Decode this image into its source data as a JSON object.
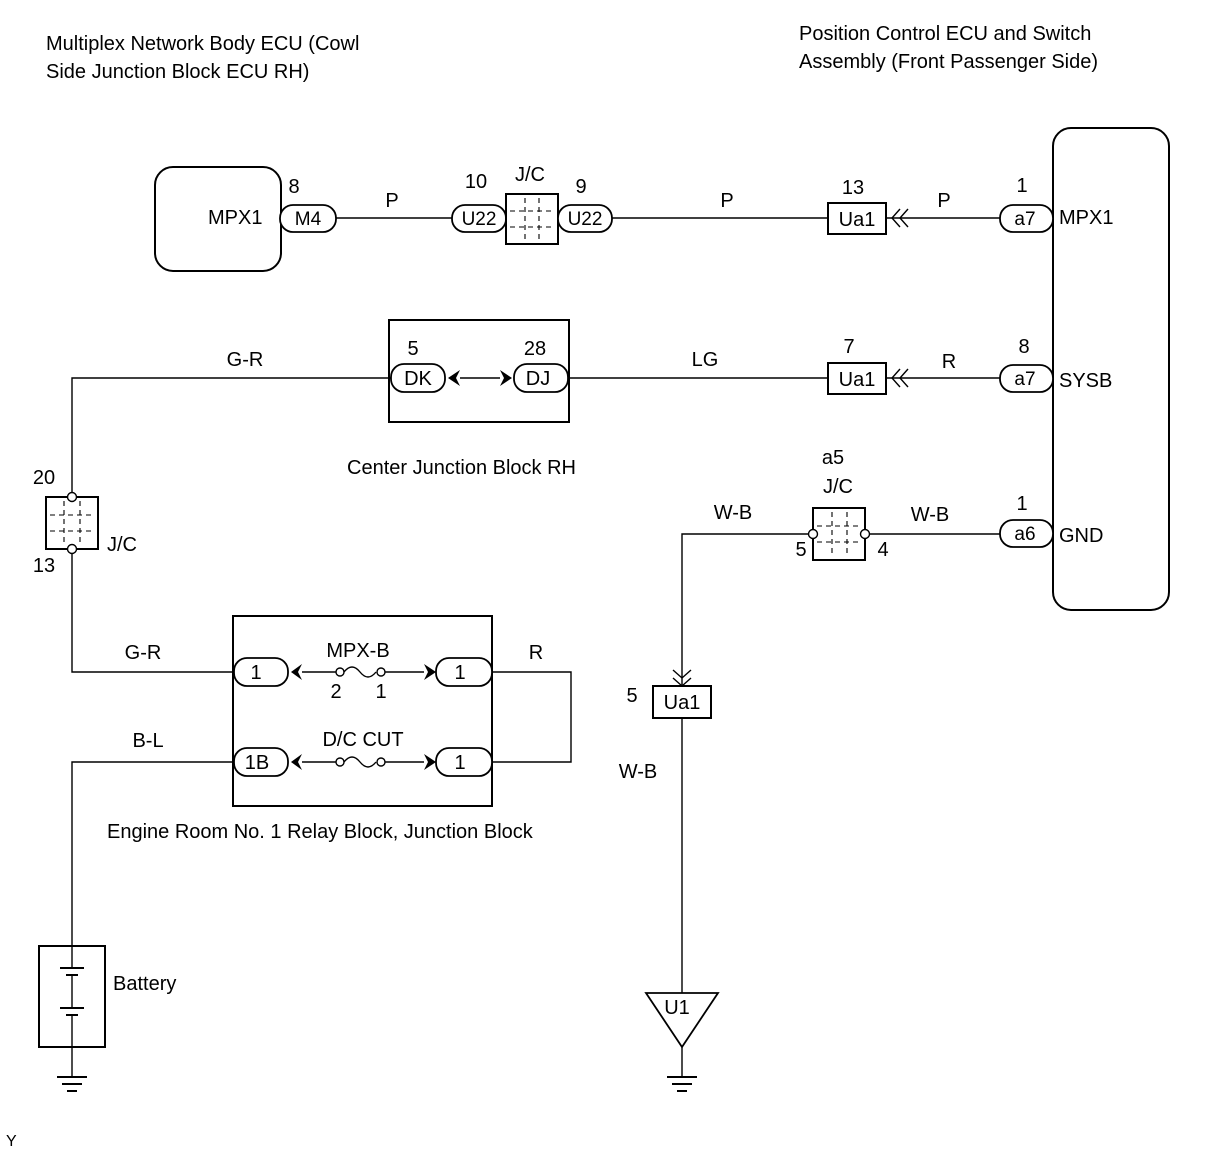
{
  "titles": {
    "body_ecu_line1": "Multiplex Network Body ECU (Cowl",
    "body_ecu_line2": "Side Junction Block ECU RH)",
    "position_ecu_line1": "Position Control ECU and Switch",
    "position_ecu_line2": "Assembly (Front Passenger Side)",
    "center_jb": "Center Junction Block RH",
    "engine_room_block": "Engine Room No. 1 Relay Block, Junction Block",
    "battery": "Battery",
    "corner": "Y"
  },
  "terminals": {
    "body_mpx1": "MPX1",
    "pos_mpx1": "MPX1",
    "pos_sysb": "SYSB",
    "pos_gnd": "GND"
  },
  "connectors": {
    "m4": "M4",
    "u22_left": "U22",
    "u22_right": "U22",
    "ua1_top": "Ua1",
    "a7_top": "a7",
    "dk": "DK",
    "dj": "DJ",
    "ua1_mid": "Ua1",
    "a7_mid": "a7",
    "a6": "a6",
    "ua1_low": "Ua1",
    "u1": "U1",
    "er_1_left": "1",
    "er_1_right_top": "1",
    "er_1b": "1B",
    "er_1_right_bot": "1"
  },
  "pins": {
    "m4": "8",
    "u22_left": "10",
    "u22_right": "9",
    "ua1_top": "13",
    "a7_top": "1",
    "dk": "5",
    "dj": "28",
    "ua1_mid": "7",
    "a7_mid": "8",
    "a6": "1",
    "jc_left_top": "20",
    "jc_left_bot": "13",
    "jc_a5_left": "5",
    "jc_a5_right": "4",
    "ua1_low": "5",
    "fuse_mpxb_left": "2",
    "fuse_mpxb_right": "1"
  },
  "junctions": {
    "jc_top": "J/C",
    "jc_left": "J/C",
    "jc_a5_name": "a5",
    "jc_a5": "J/C"
  },
  "fuses": {
    "mpx_b": "MPX-B",
    "dc_cut": "D/C CUT"
  },
  "wire_colors": {
    "p1": "P",
    "p2": "P",
    "p3": "P",
    "gr_top": "G-R",
    "lg": "LG",
    "r_mid": "R",
    "wb_left": "W-B",
    "wb_right": "W-B",
    "wb_down": "W-B",
    "gr_bot": "G-R",
    "bl": "B-L",
    "r_loop": "R"
  }
}
